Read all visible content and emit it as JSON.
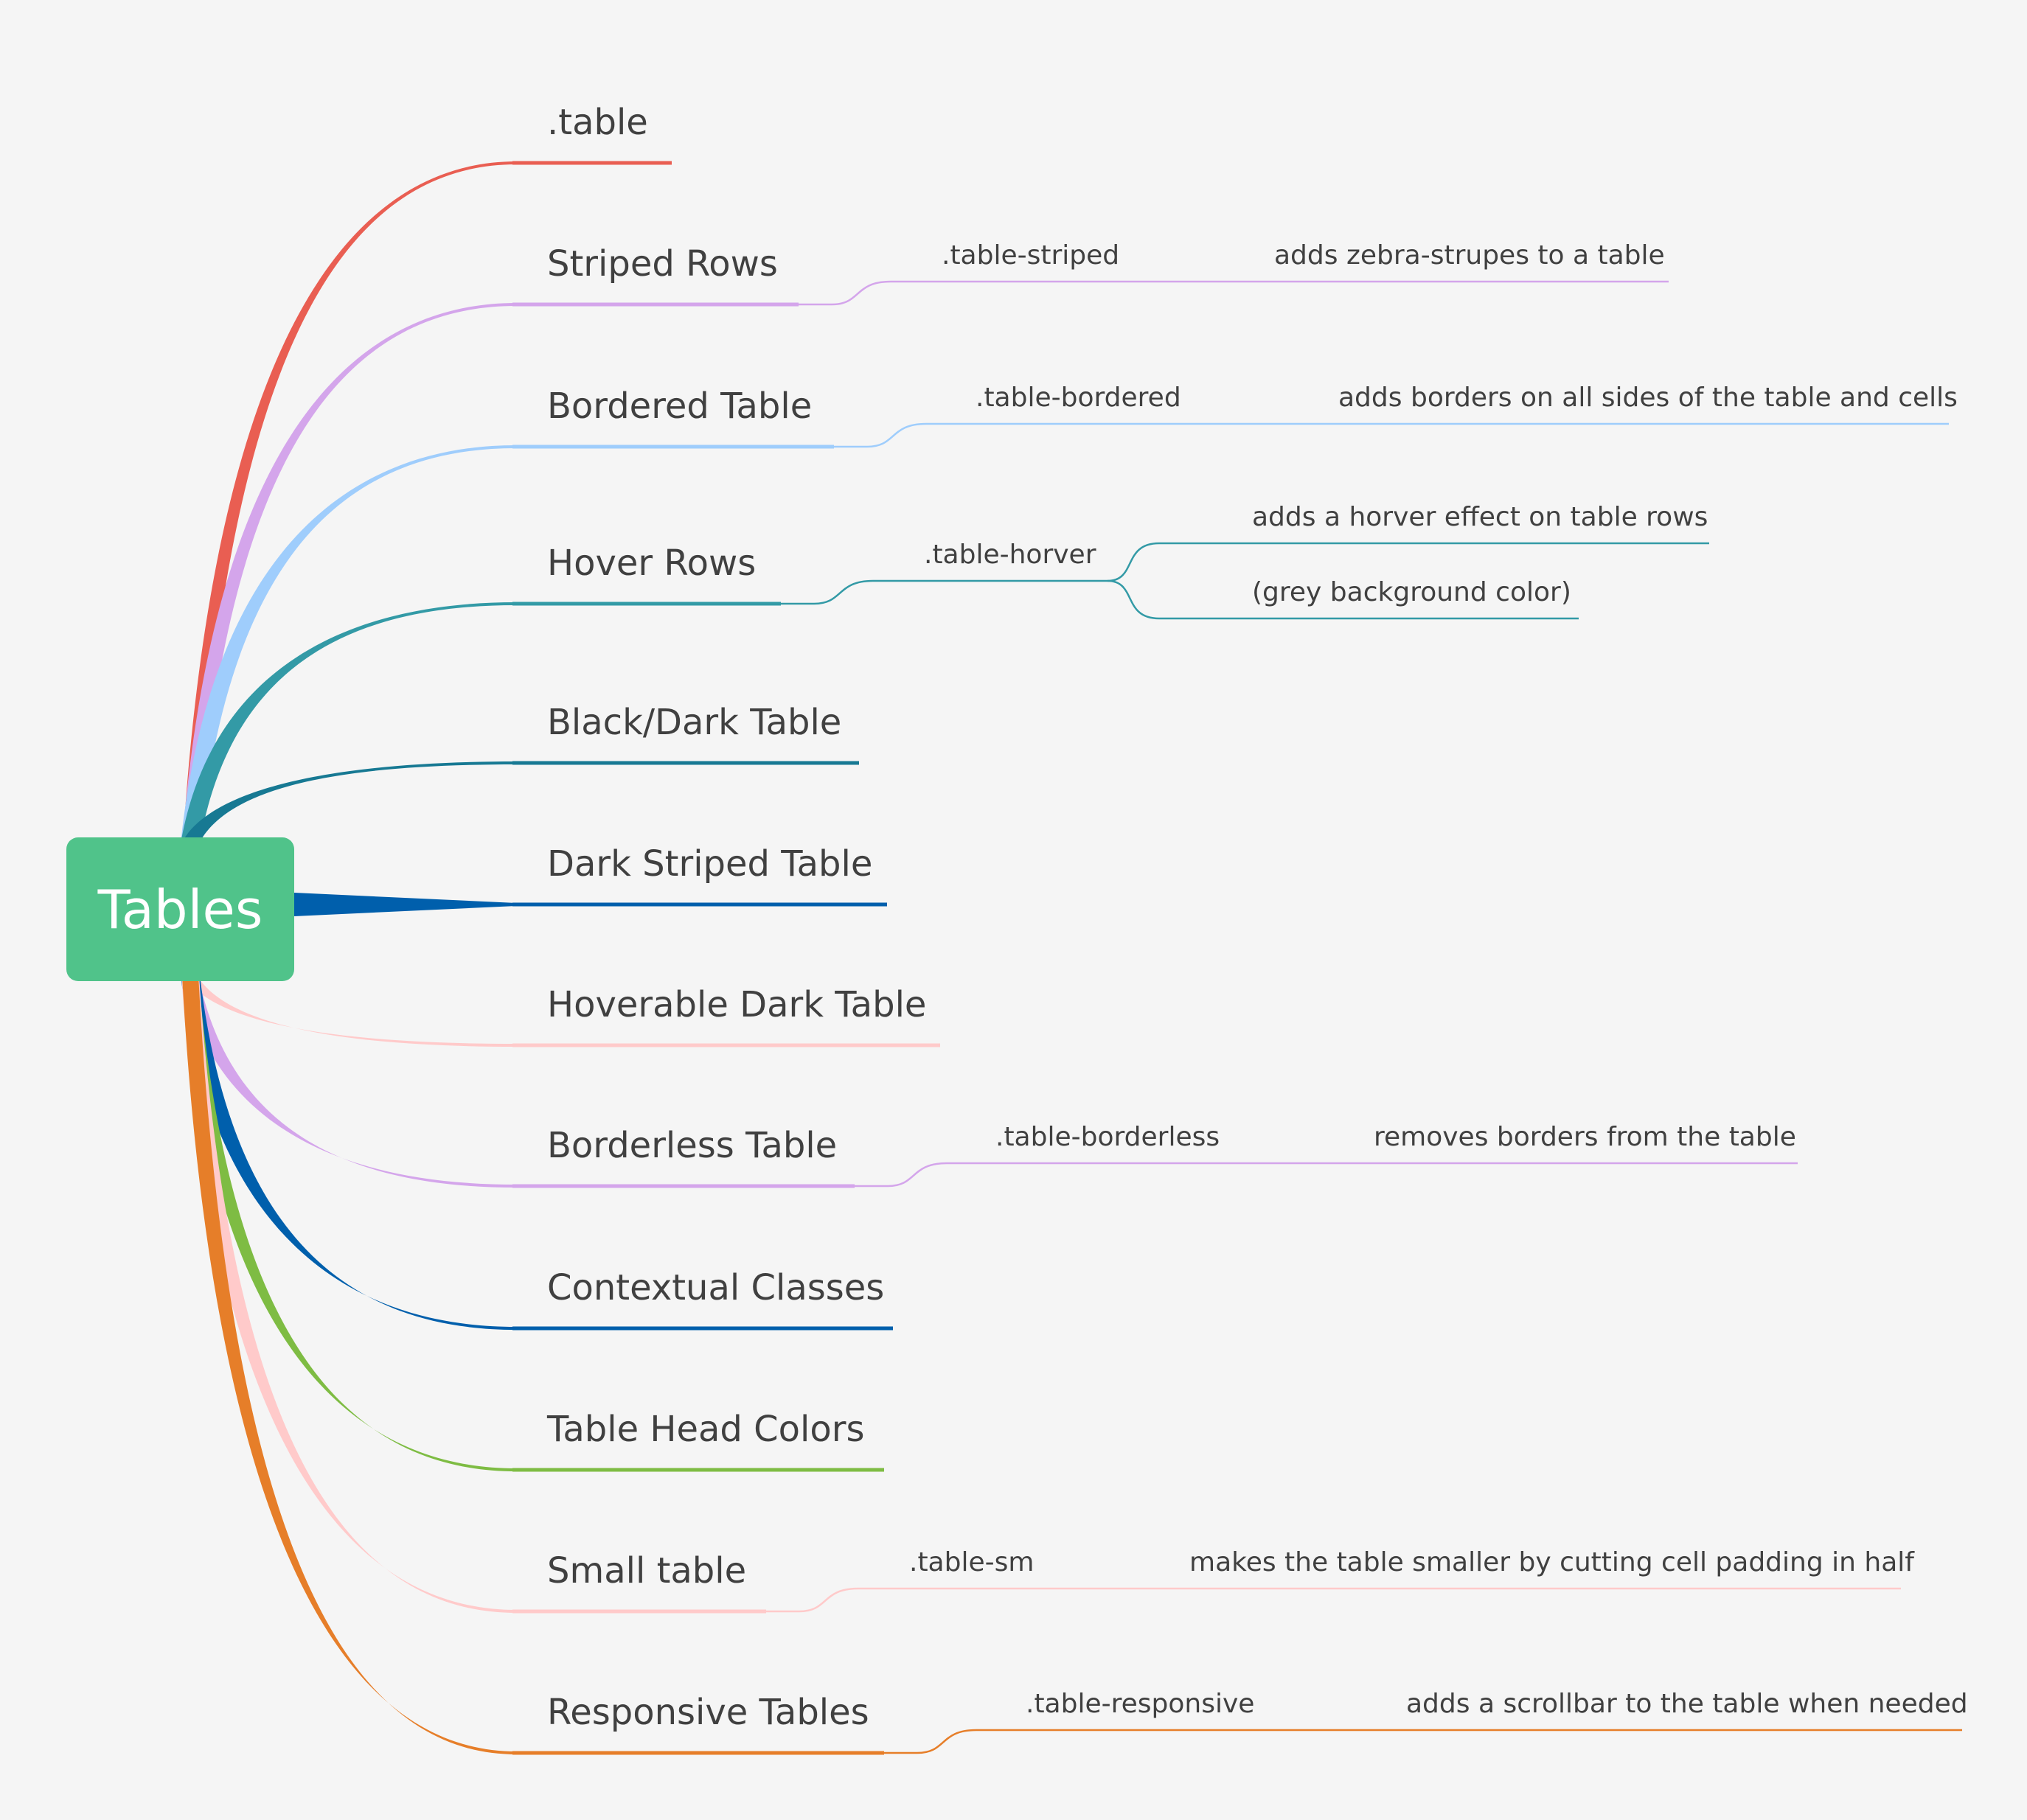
{
  "root": {
    "label": "Tables",
    "color": "#50c38a"
  },
  "branches": [
    {
      "label": ".table",
      "color": "#e95e52",
      "children": []
    },
    {
      "label": "Striped Rows",
      "color": "#d4a5eb",
      "children": [
        {
          "label": ".table-striped",
          "children": [
            {
              "label": "adds zebra-strupes to a table"
            }
          ]
        }
      ]
    },
    {
      "label": "Bordered Table",
      "color": "#9fcdfc",
      "children": [
        {
          "label": ".table-bordered",
          "children": [
            {
              "label": "adds borders on all sides of the table and cells"
            }
          ]
        }
      ]
    },
    {
      "label": "Hover Rows",
      "color": "#339aa6",
      "children": [
        {
          "label": ".table-horver",
          "children": [
            {
              "label": "adds a horver effect on table rows"
            },
            {
              "label": "(grey background color)"
            }
          ]
        }
      ]
    },
    {
      "label": "Black/Dark Table",
      "color": "#177993",
      "children": []
    },
    {
      "label": "Dark Striped Table",
      "color": "#005fac",
      "children": []
    },
    {
      "label": "Hoverable Dark Table",
      "color": "#ffcaca",
      "children": []
    },
    {
      "label": "Borderless Table",
      "color": "#d4a5eb",
      "children": [
        {
          "label": ".table-borderless",
          "children": [
            {
              "label": "removes borders from the table"
            }
          ]
        }
      ]
    },
    {
      "label": "Contextual Classes",
      "color": "#005fac",
      "children": []
    },
    {
      "label": "Table Head Colors",
      "color": "#7ebc43",
      "children": []
    },
    {
      "label": "Small table",
      "color": "#ffcaca",
      "children": [
        {
          "label": ".table-sm",
          "children": [
            {
              "label": "makes the table smaller by cutting cell padding in half"
            }
          ]
        }
      ]
    },
    {
      "label": "Responsive Tables",
      "color": "#e67e29",
      "children": [
        {
          "label": ".table-responsive",
          "children": [
            {
              "label": "adds a scrollbar to the table when needed"
            }
          ]
        }
      ]
    }
  ]
}
